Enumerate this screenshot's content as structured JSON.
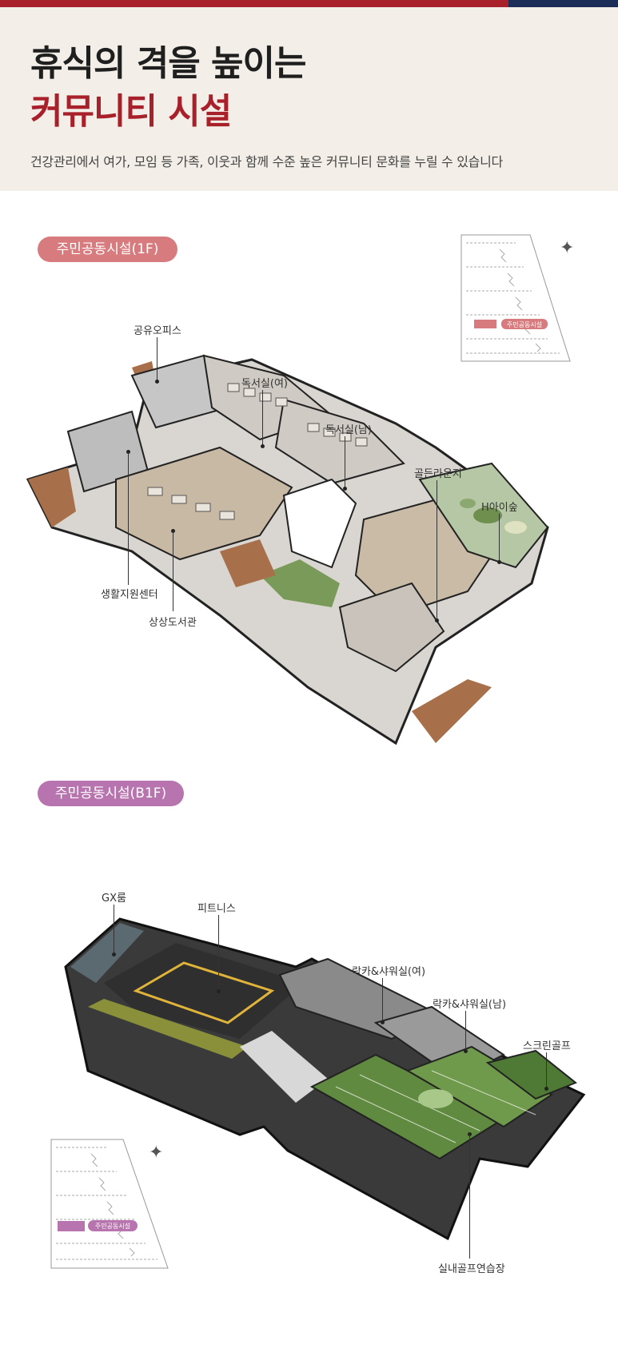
{
  "header": {
    "title_line1": "휴식의 격을 높이는",
    "title_line2": "커뮤니티 시설",
    "subtitle": "건강관리에서 여가, 모임 등 가족, 이웃과 함께 수준 높은 커뮤니티 문화를 누릴 수 있습니다",
    "colors": {
      "accent_red": "#a8202a",
      "accent_navy": "#1c2d5a",
      "hero_bg": "#f3efe8"
    }
  },
  "floor_1f": {
    "pill_label": "주민공동시설(1F)",
    "pill_color": "#d77b7e",
    "keymap_badge": "주민공동시설",
    "labels": {
      "shared_office": "공유오피스",
      "reading_women": "독서실(여)",
      "reading_men": "독서실(남)",
      "golden_lounge": "골든라운지",
      "h_forest": "H아이숲",
      "life_support": "생활지원센터",
      "library": "상상도서관"
    }
  },
  "floor_b1f": {
    "pill_label": "주민공동시설(B1F)",
    "pill_color": "#b874ae",
    "keymap_badge": "주민공동시설",
    "labels": {
      "gx_room": "GX룸",
      "fitness": "피트니스",
      "locker_women": "락카&샤워실(여)",
      "locker_men": "락카&샤워실(남)",
      "screen_golf": "스크린골프",
      "indoor_golf": "실내골프연습장"
    }
  }
}
